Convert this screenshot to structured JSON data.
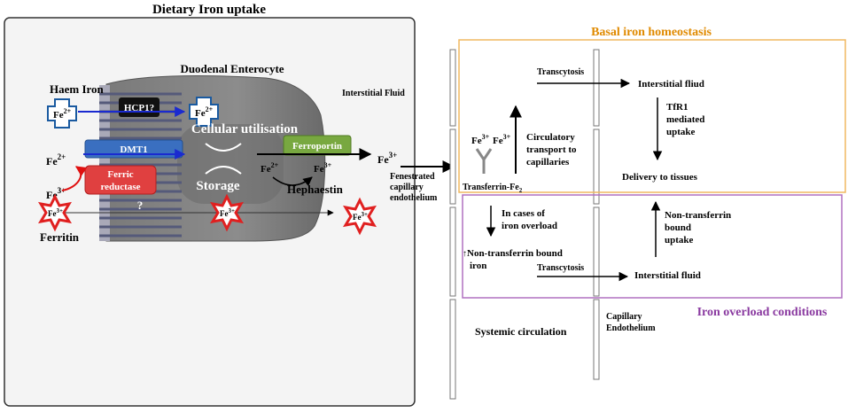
{
  "left_panel": {
    "title": "Dietary Iron uptake",
    "enterocyte_label": "Duodenal Enterocyte",
    "haem_iron_label": "Haem Iron",
    "hcp1_label": "HCP1?",
    "dmt1_label": "DMT1",
    "ferric_reductase_line1": "Ferric",
    "ferric_reductase_line2": "reductase",
    "ferroportin_label": "Ferroportin",
    "cellular_utilisation": "Cellular utilisation",
    "storage": "Storage",
    "hephaestin": "Hephaestin",
    "ferritin": "Ferritin",
    "unknown_pathway": "?",
    "fe_base": "Fe",
    "ion_2plus": "2+",
    "ion_3plus": "3+"
  },
  "middle": {
    "interstitial_fluid": "Interstitial Fluid",
    "fenestrated_line1": "Fenestrated",
    "fenestrated_line2": "capillary",
    "fenestrated_line3": "endothelium"
  },
  "right_panel": {
    "basal_title": "Basal iron homeostasis",
    "overload_title": "Iron overload conditions",
    "transcytosis_top": "Transcytosis",
    "interstitial_fluid_top": "Interstitial fliud",
    "tfr1_line1": "TfR1",
    "tfr1_line2": "mediated",
    "tfr1_line3": "uptake",
    "delivery": "Delivery to tissues",
    "circ_line1": "Circulatory",
    "circ_line2": "transport to",
    "circ_line3": "capillaries",
    "transferrin_fe_base": "Transferrin-Fe",
    "transferrin_sub": "2",
    "cases_line1": "In cases of",
    "cases_line2": "iron overload",
    "ntbi_line1": "Non-transferrin bound",
    "ntbi_line2": "iron",
    "ntbi_up_arrow": "↑",
    "transcytosis_bottom": "Transcytosis",
    "interstitial_fluid_bottom": "Interstitial fluid",
    "ntb_line1": "Non-transferrin",
    "ntb_line2": "bound",
    "ntb_line3": "uptake",
    "systemic": "Systemic circulation",
    "cap_endo_line1": "Capillary",
    "cap_endo_line2": "Endothelium"
  },
  "colors": {
    "basal_border": "#f0b860",
    "basal_title": "#e08a00",
    "overload_border": "#b070c0",
    "overload_title": "#8a3aa0",
    "dmt1_fill": "#3a6fc0",
    "ferric_fill": "#e04040",
    "ferroportin_fill": "#78a840",
    "hcp1_fill": "#111111",
    "blue_arrow": "#1a2ad0",
    "red_curve": "#e01010",
    "star_stroke": "#e02020"
  }
}
